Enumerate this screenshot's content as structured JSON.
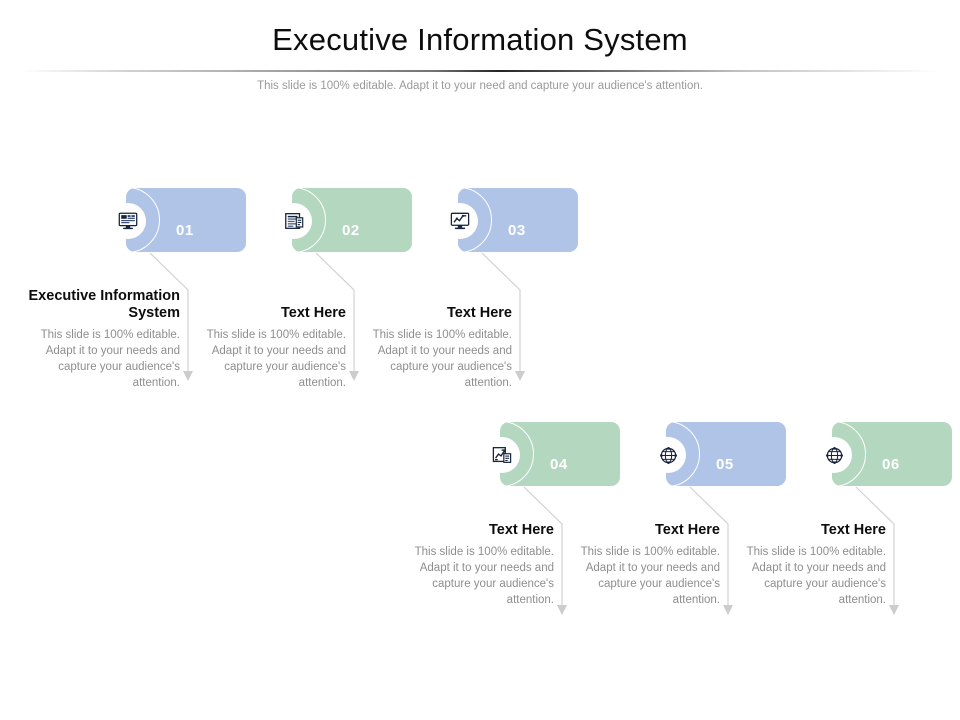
{
  "header": {
    "title": "Executive Information System",
    "subtitle": "This slide is 100% editable. Adapt it to your need and capture your audience's attention."
  },
  "colors": {
    "blue": "#b0c4e8",
    "green": "#b3d7bf",
    "heading_text": "#0d0d0d",
    "body_text": "#8e8e8e",
    "subtitle_text": "#9a9a9a",
    "card_number_text": "#ffffff",
    "connector": "#d2d2d2"
  },
  "cards": [
    {
      "number": "01",
      "color": "blue",
      "icon": "dashboard-monitor-icon"
    },
    {
      "number": "02",
      "color": "green",
      "icon": "document-list-icon"
    },
    {
      "number": "03",
      "color": "blue",
      "icon": "monitor-analytics-icon"
    },
    {
      "number": "04",
      "color": "green",
      "icon": "chart-report-icon"
    },
    {
      "number": "05",
      "color": "blue",
      "icon": "globe-network-icon"
    },
    {
      "number": "06",
      "color": "green",
      "icon": "globe-network-icon"
    }
  ],
  "blocks": [
    {
      "heading": "Executive Information System",
      "body": "This slide is 100% editable. Adapt it to your needs and capture your audience's attention."
    },
    {
      "heading": "Text Here",
      "body": "This slide is 100% editable. Adapt it to your needs and capture your audience's attention."
    },
    {
      "heading": "Text Here",
      "body": "This slide is 100% editable. Adapt it to your needs and capture your audience's attention."
    },
    {
      "heading": "Text Here",
      "body": "This slide is 100% editable. Adapt it to your needs and capture your audience's attention."
    },
    {
      "heading": "Text Here",
      "body": "This slide is 100% editable. Adapt it to your needs and capture your audience's attention."
    },
    {
      "heading": "Text Here",
      "body": "This slide is 100% editable. Adapt it to your needs and capture your audience's attention."
    }
  ]
}
